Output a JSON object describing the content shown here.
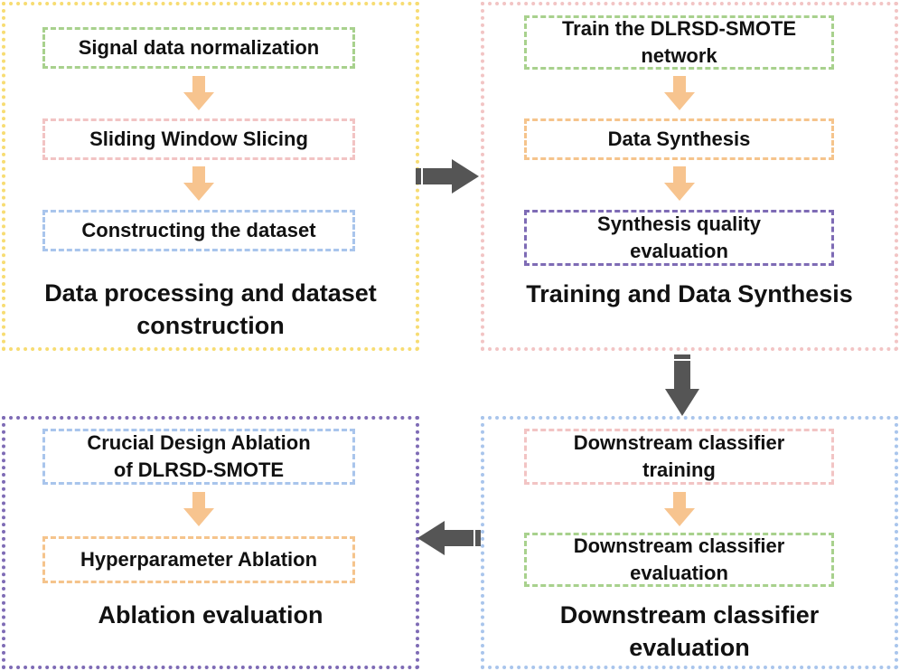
{
  "colors": {
    "yellow": "#f7dc72",
    "pink": "#f2c4c4",
    "green": "#a8d18d",
    "blue": "#a9c5ec",
    "orange": "#f5c48c",
    "purple": "#7e6bb5",
    "step_arrow": "#f7c48f",
    "flow_arrow": "#555555"
  },
  "panels": {
    "data_processing": {
      "title_line1": "Data processing and dataset",
      "title_line2": "construction",
      "steps": [
        "Signal data normalization",
        "Sliding Window Slicing",
        "Constructing the dataset"
      ]
    },
    "training": {
      "title": "Training and Data Synthesis",
      "step1_line1": "Train the DLRSD-SMOTE",
      "step1_line2": "network",
      "step2": "Data Synthesis",
      "step3_line1": "Synthesis quality",
      "step3_line2": "evaluation"
    },
    "downstream": {
      "title_line1": "Downstream classifier",
      "title_line2": "evaluation",
      "step1_line1": "Downstream classifier",
      "step1_line2": "training",
      "step2_line1": "Downstream classifier",
      "step2_line2": "evaluation"
    },
    "ablation": {
      "title": "Ablation evaluation",
      "step1_line1": "Crucial Design Ablation",
      "step1_line2": "of DLRSD-SMOTE",
      "step2": "Hyperparameter Ablation"
    }
  }
}
